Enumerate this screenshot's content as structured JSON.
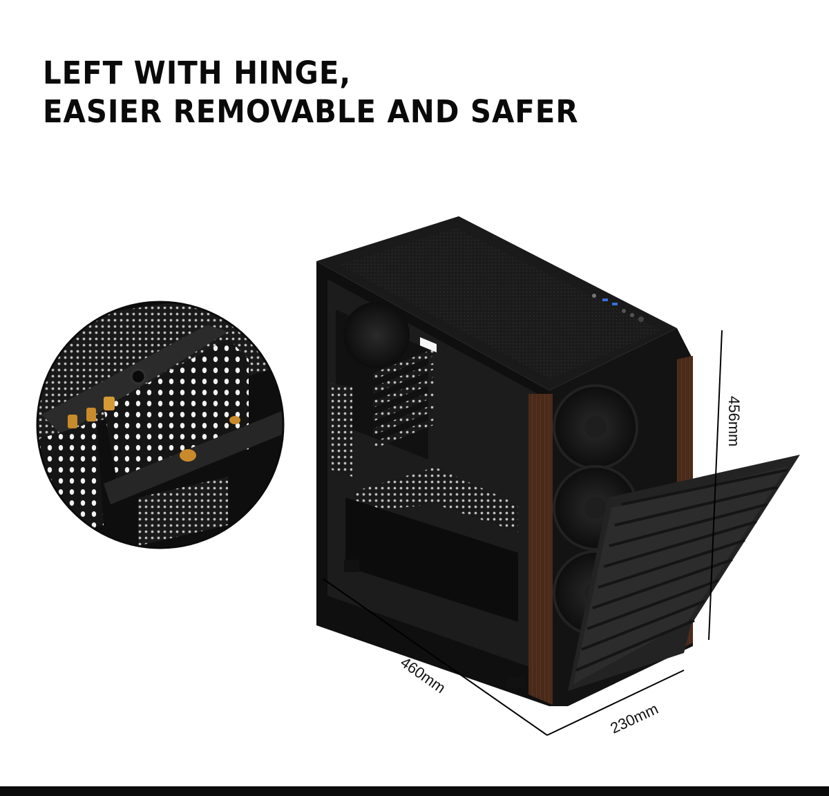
{
  "headline": {
    "line1": "LEFT WITH HINGE,",
    "line2": "EASIER REMOVABLE AND SAFER"
  },
  "dimensions": {
    "height": "456mm",
    "length": "460mm",
    "width": "230mm"
  },
  "colors": {
    "case_body": "#141414",
    "wood_trim": "#4a2a1a",
    "hinge_accent": "#c88a2a",
    "background": "#ffffff"
  }
}
